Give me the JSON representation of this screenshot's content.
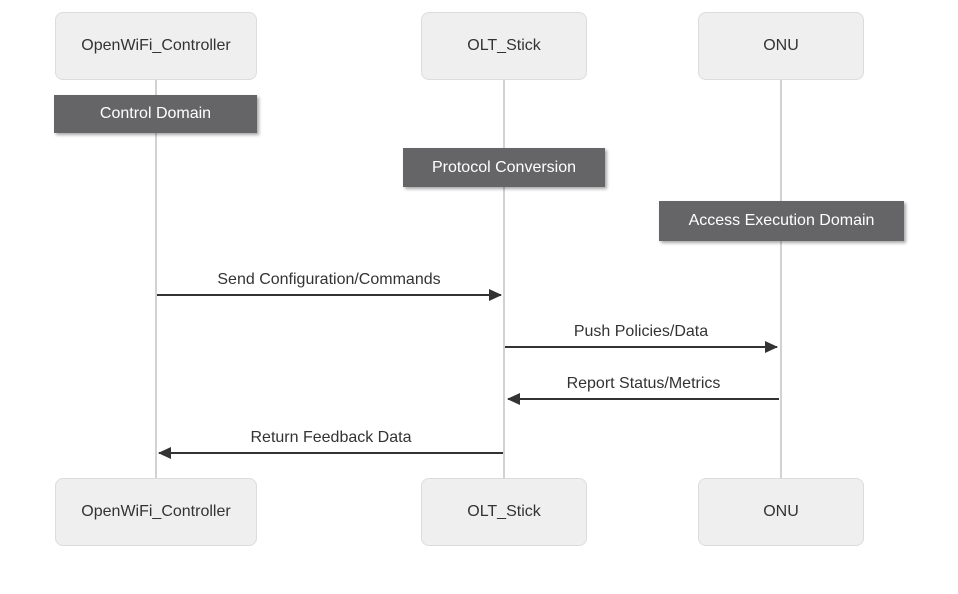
{
  "diagram": {
    "type": "sequence-diagram",
    "background": "#ffffff",
    "participants": [
      {
        "id": "openwifi_controller",
        "label": "OpenWiFi_Controller"
      },
      {
        "id": "olt_stick",
        "label": "OLT_Stick"
      },
      {
        "id": "onu",
        "label": "ONU"
      }
    ],
    "notes": [
      {
        "over": "OpenWiFi_Controller",
        "label": "Control Domain"
      },
      {
        "over": "OLT_Stick",
        "label": "Protocol Conversion"
      },
      {
        "over": "ONU",
        "label": "Access Execution Domain"
      }
    ],
    "messages": [
      {
        "from": "OpenWiFi_Controller",
        "to": "OLT_Stick",
        "direction": "right",
        "label": "Send Configuration/Commands"
      },
      {
        "from": "OLT_Stick",
        "to": "ONU",
        "direction": "right",
        "label": "Push Policies/Data"
      },
      {
        "from": "ONU",
        "to": "OLT_Stick",
        "direction": "left",
        "label": "Report Status/Metrics"
      },
      {
        "from": "OLT_Stick",
        "to": "OpenWiFi_Controller",
        "direction": "left",
        "label": "Return Feedback Data"
      }
    ],
    "colors": {
      "participant_fill": "#efefef",
      "participant_border": "#dcdcdc",
      "participant_text": "#333333",
      "note_fill": "#656567",
      "note_text": "#ffffff",
      "lifeline": "#d2d2d2",
      "message_line": "#333333",
      "message_text": "#333333"
    }
  }
}
